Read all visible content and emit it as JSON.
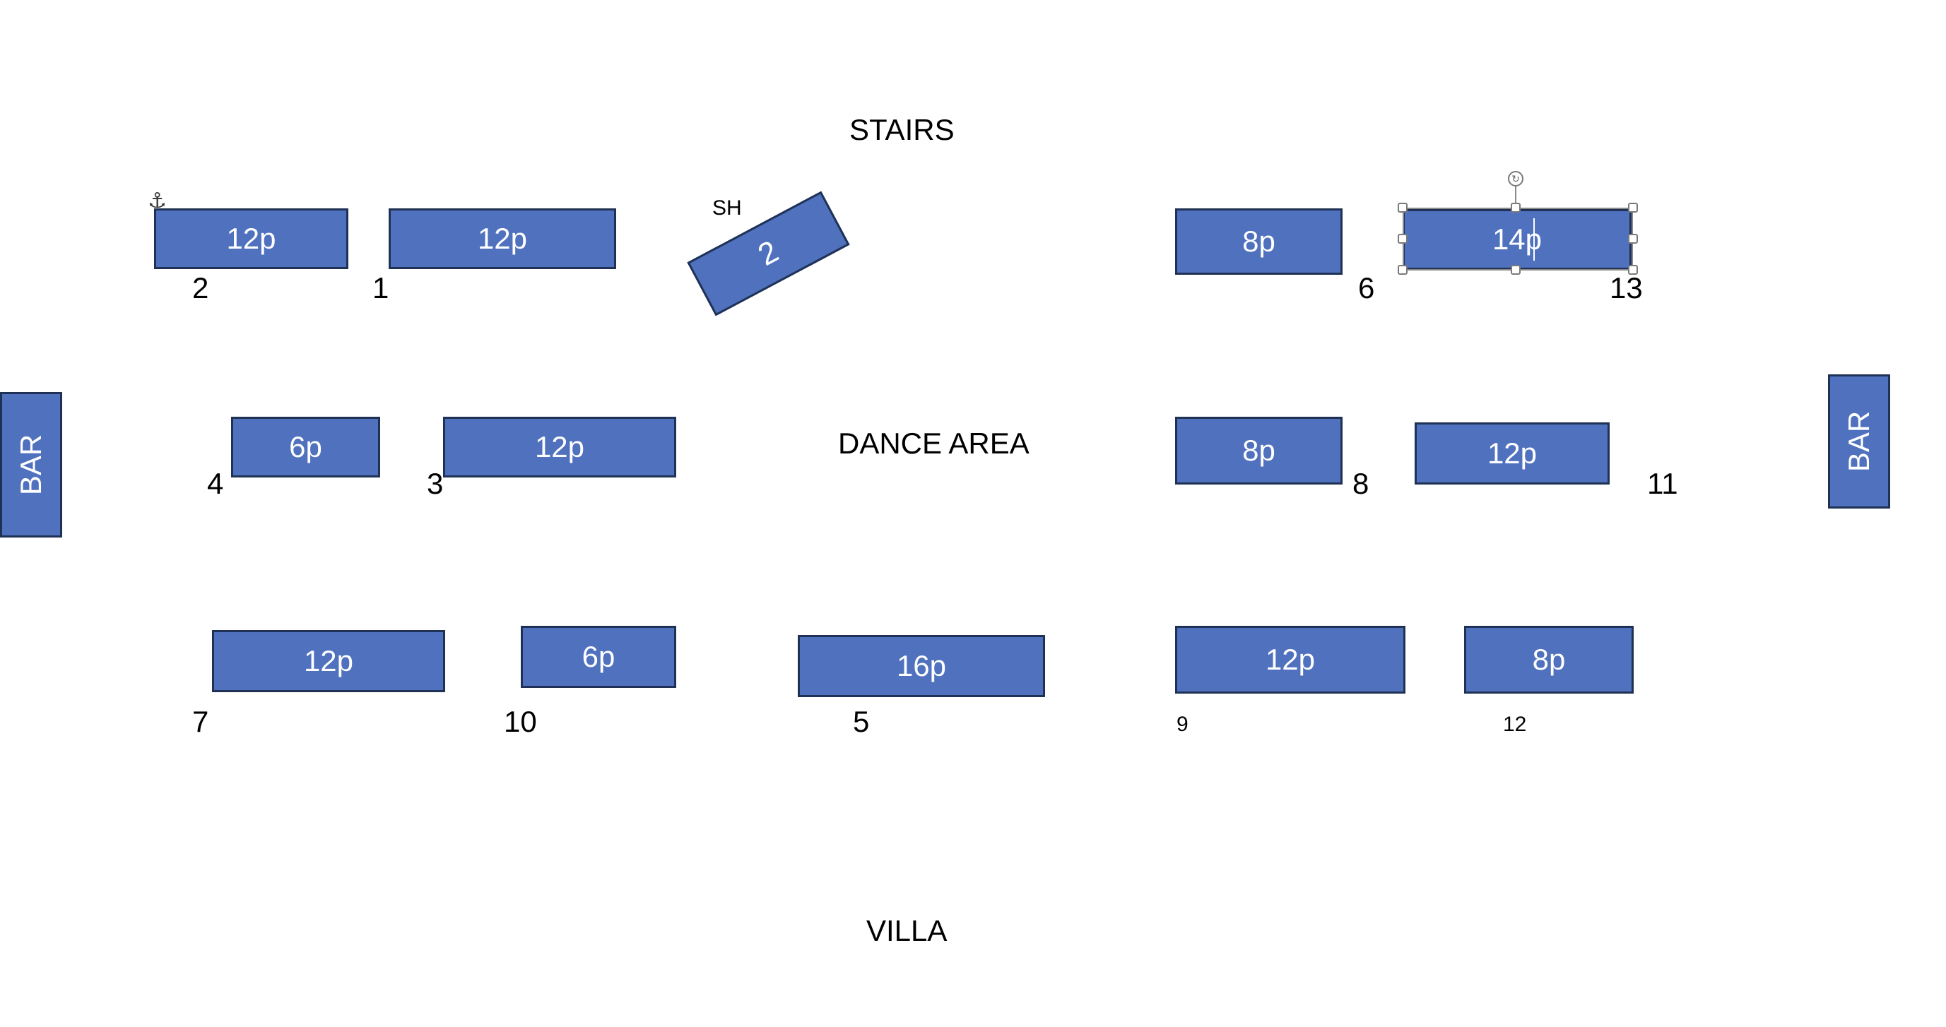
{
  "colors": {
    "table_fill": "#4f71be",
    "table_border": "#1f3255",
    "text": "#000000",
    "table_text": "#ffffff"
  },
  "headings": {
    "stairs": "STAIRS",
    "dance_area": "DANCE AREA",
    "villa": "VILLA",
    "sh": "SH"
  },
  "bars": {
    "left": "BAR",
    "right": "BAR"
  },
  "tables": [
    {
      "label": "12p",
      "number": "2"
    },
    {
      "label": "12p",
      "number": "1"
    },
    {
      "label": "2",
      "number": ""
    },
    {
      "label": "8p",
      "number": "6"
    },
    {
      "label": "14p",
      "number": "13",
      "selected": true
    },
    {
      "label": "6p",
      "number": "4"
    },
    {
      "label": "12p",
      "number": "3"
    },
    {
      "label": "8p",
      "number": "8"
    },
    {
      "label": "12p",
      "number": "11"
    },
    {
      "label": "12p",
      "number": "7"
    },
    {
      "label": "6p",
      "number": "10"
    },
    {
      "label": "16p",
      "number": "5"
    },
    {
      "label": "12p",
      "number": "9"
    },
    {
      "label": "8p",
      "number": "12"
    }
  ],
  "icons": {
    "anchor": "anchor-icon",
    "rotate": "rotate-handle-icon"
  }
}
